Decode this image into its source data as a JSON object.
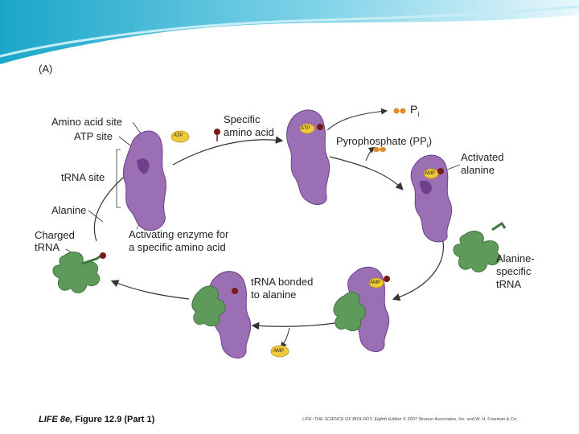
{
  "panel_label": "(A)",
  "labels": {
    "amino_acid_site": "Amino acid site",
    "atp_site": "ATP site",
    "trna_site": "tRNA site",
    "alanine": "Alanine",
    "charged_trna_1": "Charged",
    "charged_trna_2": "tRNA",
    "specific_amino_acid_1": "Specific",
    "specific_amino_acid_2": "amino acid",
    "pi_prefix": "P",
    "pi_sub": "i",
    "pyrophosphate": "Pyrophosphate (PP",
    "pyrophosphate_sub": "i",
    "pyrophosphate_end": ")",
    "activated_alanine_1": "Activated",
    "activated_alanine_2": "alanine",
    "activating_enzyme_1": "Activating enzyme for",
    "activating_enzyme_2": "a specific amino acid",
    "alanine_specific_1": "Alanine-",
    "alanine_specific_2": "specific",
    "alanine_specific_3": "tRNA",
    "trna_bonded_1": "tRNA bonded",
    "trna_bonded_2": "to alanine"
  },
  "badges": {
    "atp": "ATP",
    "amp": "AMP"
  },
  "caption": {
    "book": "LIFE 8e,",
    "figure": " Figure 12.9 (Part 1)"
  },
  "credit": {
    "book_title": "LIFE: THE SCIENCE OF BIOLOGY, Eighth Edition",
    "rest": " © 2007 Sinauer Associates, Inc. and W. H. Freeman & Co."
  },
  "colors": {
    "enzyme": "#9b6fb3",
    "enzyme_dark": "#6e3f8a",
    "trna": "#5e9a5a",
    "trna_dark": "#3f7440",
    "atp_badge": "#f0c93a",
    "amino_acid": "#7a1a12",
    "banner": "#2fb6d6"
  }
}
